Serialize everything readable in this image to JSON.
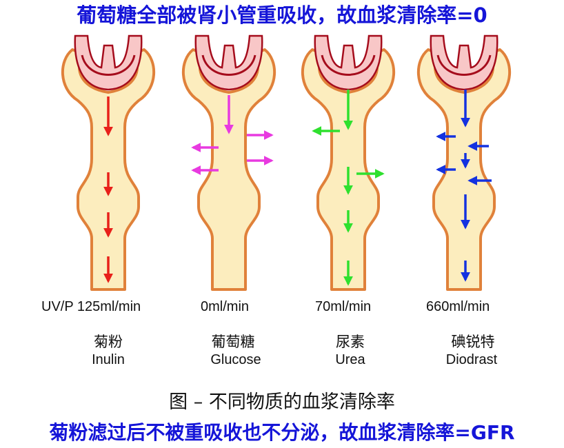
{
  "header": {
    "top_caption": "葡萄糖全部被肾小管重吸收，故血浆清除率=0"
  },
  "footer": {
    "figure_title": "图 – 不同物质的血浆清除率",
    "bottom_caption": "菊粉滤过后不被重吸收也不分泌，故血浆清除率=GFR"
  },
  "colors": {
    "tubule_fill": "#fcedbe",
    "tubule_outline": "#e0813a",
    "glomerulus_fill": "#f8c7c7",
    "glomerulus_outline": "#a50c1c",
    "caption": "#1515d8"
  },
  "substances": [
    {
      "name_cn": "菊粉",
      "name_en": "Inulin",
      "clearance": "UV/P 125ml/min",
      "arrow_color": "#e8201a"
    },
    {
      "name_cn": "葡萄糖",
      "name_en": "Glucose",
      "clearance": "0ml/min",
      "arrow_color": "#e83ae0"
    },
    {
      "name_cn": "尿素",
      "name_en": "Urea",
      "clearance": "70ml/min",
      "arrow_color": "#2fe02f"
    },
    {
      "name_cn": "碘锐特",
      "name_en": "Diodrast",
      "clearance": "660ml/min",
      "arrow_color": "#1432e0"
    }
  ]
}
